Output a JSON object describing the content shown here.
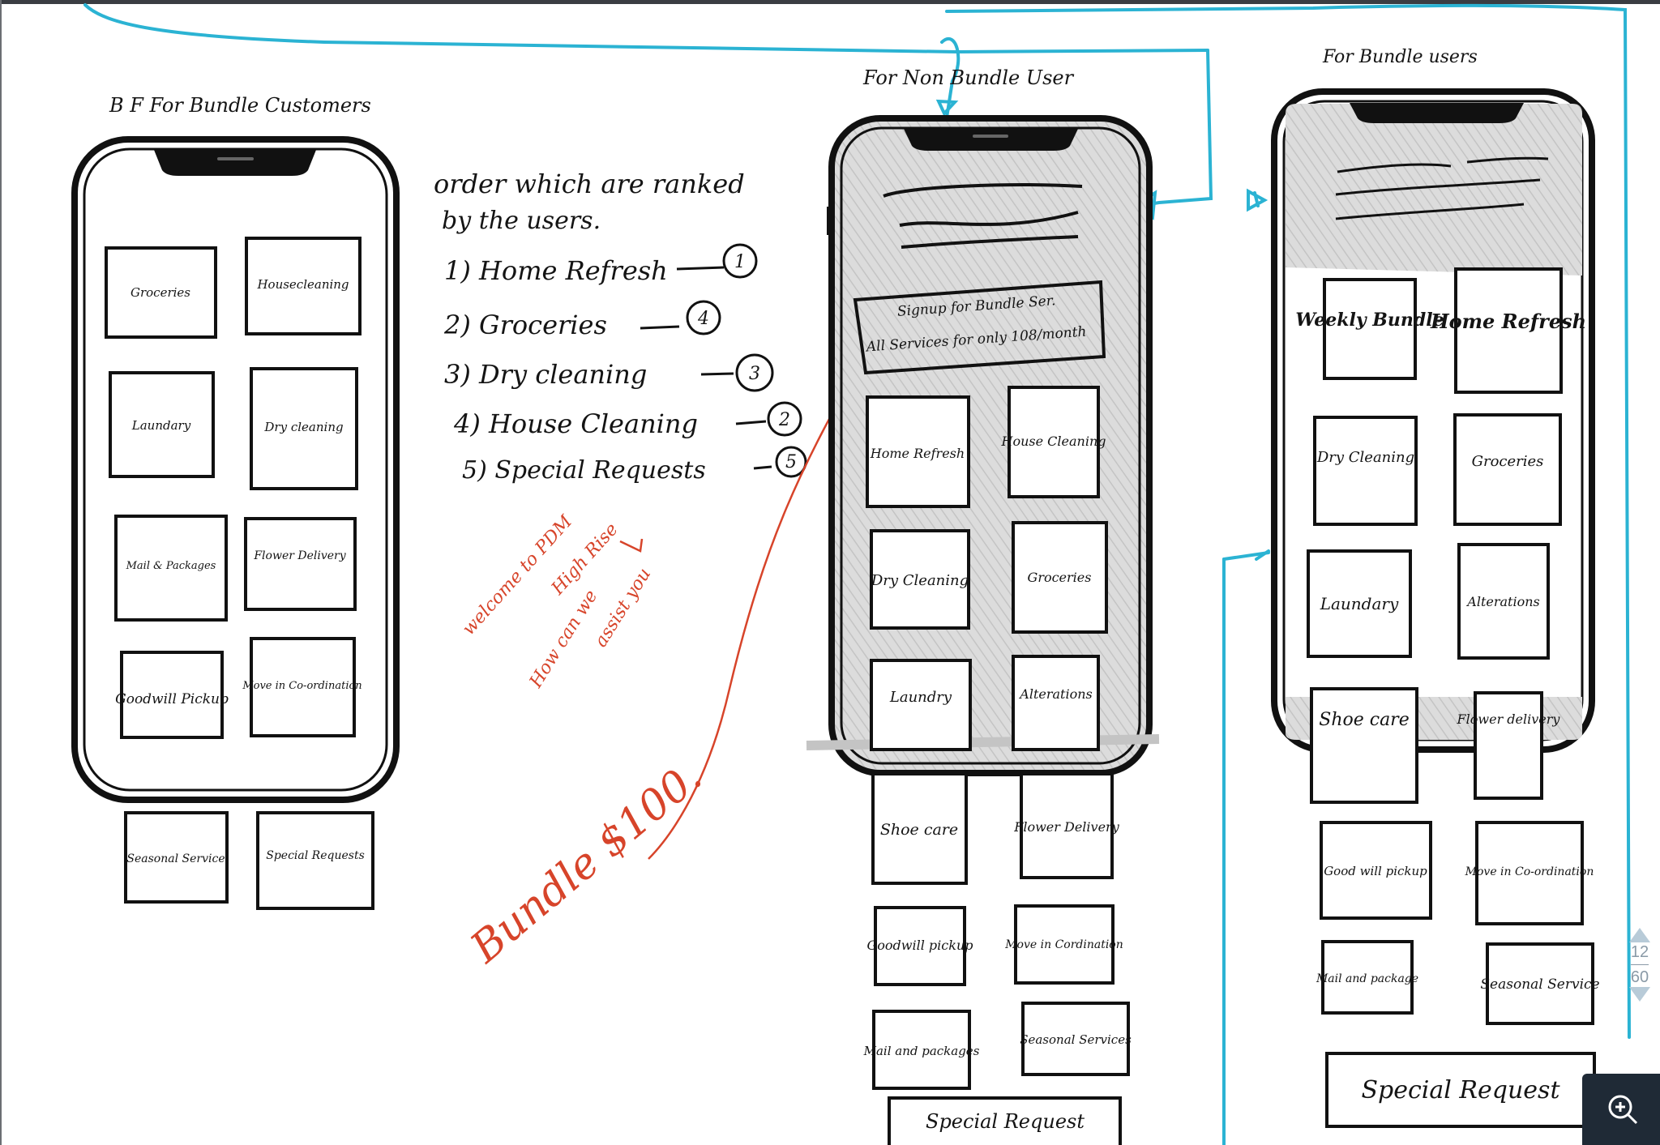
{
  "colors": {
    "ink": "#141414",
    "connector": "#2bb3d3",
    "annotation": "#d7442a",
    "shading": "#cfcfcf"
  },
  "headings": {
    "left": "B F For Bundle Customers",
    "middle": "For Non Bundle User",
    "right": "For Bundle users"
  },
  "phone_left": {
    "tiles": [
      "Groceries",
      "Housecleaning",
      "Laundary",
      "Dry cleaning",
      "Mail & Packages",
      "Flower Delivery",
      "Goodwill Pickup",
      "Move in Co-ordination"
    ],
    "outside_tiles": [
      "Seasonal Service",
      "Special Requests"
    ]
  },
  "notes": {
    "title_1": "order which are ranked",
    "title_2": "by the users.",
    "items": [
      {
        "label": "1) Home Refresh",
        "rank": "1"
      },
      {
        "label": "2) Groceries",
        "rank": "4"
      },
      {
        "label": "3) Dry cleaning",
        "rank": "3"
      },
      {
        "label": "4) House Cleaning",
        "rank": "2"
      },
      {
        "label": "5) Special Requests",
        "rank": "5"
      }
    ]
  },
  "annotations_red": {
    "welcome_1": "welcome to PDM",
    "welcome_2": "High Rise",
    "welcome_3": "How can we",
    "welcome_4": "assist you",
    "bundle_price": "Bundle $100."
  },
  "phone_middle": {
    "signup_line_1": "Signup for Bundle Ser.",
    "signup_line_2": "All Services for only 108/month",
    "tiles": [
      "Home Refresh",
      "House Cleaning",
      "Dry Cleaning",
      "Groceries",
      "Laundry",
      "Alterations"
    ],
    "outside_tiles": [
      "Shoe care",
      "Flower Delivery",
      "Goodwill pickup",
      "Move in Cordination",
      "Mail and packages",
      "Seasonal Services"
    ],
    "special_request": "Special Request"
  },
  "phone_right": {
    "tiles": [
      "Weekly Bundle",
      "Home Refresh",
      "Dry Cleaning",
      "Groceries",
      "Laundary",
      "Alterations",
      "Shoe care",
      "Flower delivery"
    ],
    "outside_tiles": [
      "Good will pickup",
      "Move in Co-ordination",
      "Mail and package",
      "Seasonal Service"
    ],
    "special_request": "Special Request"
  },
  "pager": {
    "current": "12",
    "total": "60"
  },
  "zoom": {
    "icon": "zoom-in-icon"
  }
}
